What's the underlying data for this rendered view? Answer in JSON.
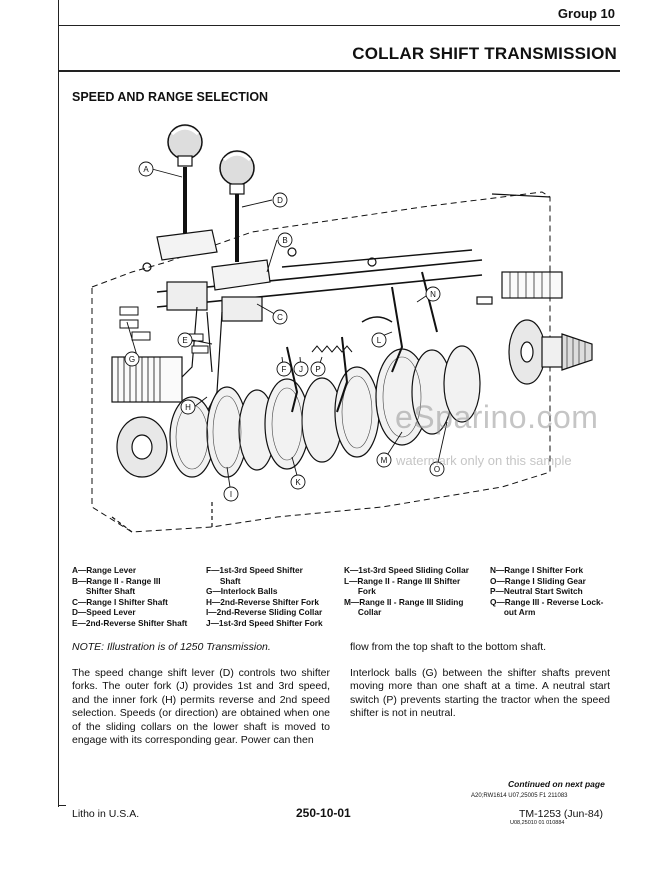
{
  "header": {
    "group": "Group 10",
    "title": "COLLAR SHIFT TRANSMISSION"
  },
  "section_title": "SPEED AND RANGE SELECTION",
  "callouts": [
    "A",
    "B",
    "C",
    "D",
    "E",
    "F",
    "G",
    "H",
    "I",
    "J",
    "K",
    "L",
    "M",
    "N",
    "O",
    "P"
  ],
  "legend": {
    "col1": [
      "A—Range Lever",
      "B—Range II - Range III",
      "      Shifter Shaft",
      "C—Range I Shifter Shaft",
      "D—Speed Lever",
      "E—2nd-Reverse Shifter Shaft"
    ],
    "col2": [
      "F—1st-3rd Speed Shifter",
      "      Shaft",
      "G—Interlock Balls",
      "H—2nd-Reverse Shifter Fork",
      "I—2nd-Reverse Sliding Collar",
      "J—1st-3rd Speed Shifter Fork"
    ],
    "col3": [
      "K—1st-3rd Speed Sliding Collar",
      "L—Range II - Range III Shifter",
      "      Fork",
      "M—Range II - Range III Sliding",
      "      Collar"
    ],
    "col4": [
      "N—Range I Shifter Fork",
      "O—Range I Sliding Gear",
      "P—Neutral Start Switch",
      "Q—Range III - Reverse Lock-",
      "      out Arm"
    ]
  },
  "note": "NOTE: Illustration is of 1250 Transmission.",
  "body": {
    "left": "The speed change shift lever (D) controls two shifter forks. The outer fork (J) provides 1st and 3rd speed, and the inner fork (H) permits reverse and 2nd speed selection. Speeds (or direction) are obtained when one of the sliding collars on the lower shaft is moved to engage with its corresponding gear. Power can then",
    "right_1": "flow from the top shaft to the bottom shaft.",
    "right_2": "Interlock balls (G) between the shifter shafts prevent moving more than one shaft at a time. A neutral start switch (P) prevents starting the tractor when the speed shifter is not in neutral."
  },
  "continued": "Continued on next page",
  "ref_code": "A20;RW1614  U07,25005  F1  211083",
  "footer": {
    "left": "Litho in U.S.A.",
    "center": "250-10-01",
    "right": "TM-1253 (Jun-84)",
    "code": "U08,25010  01  010884"
  },
  "watermark": {
    "site": "eSparino.com",
    "note": "watermark only on this sample"
  }
}
